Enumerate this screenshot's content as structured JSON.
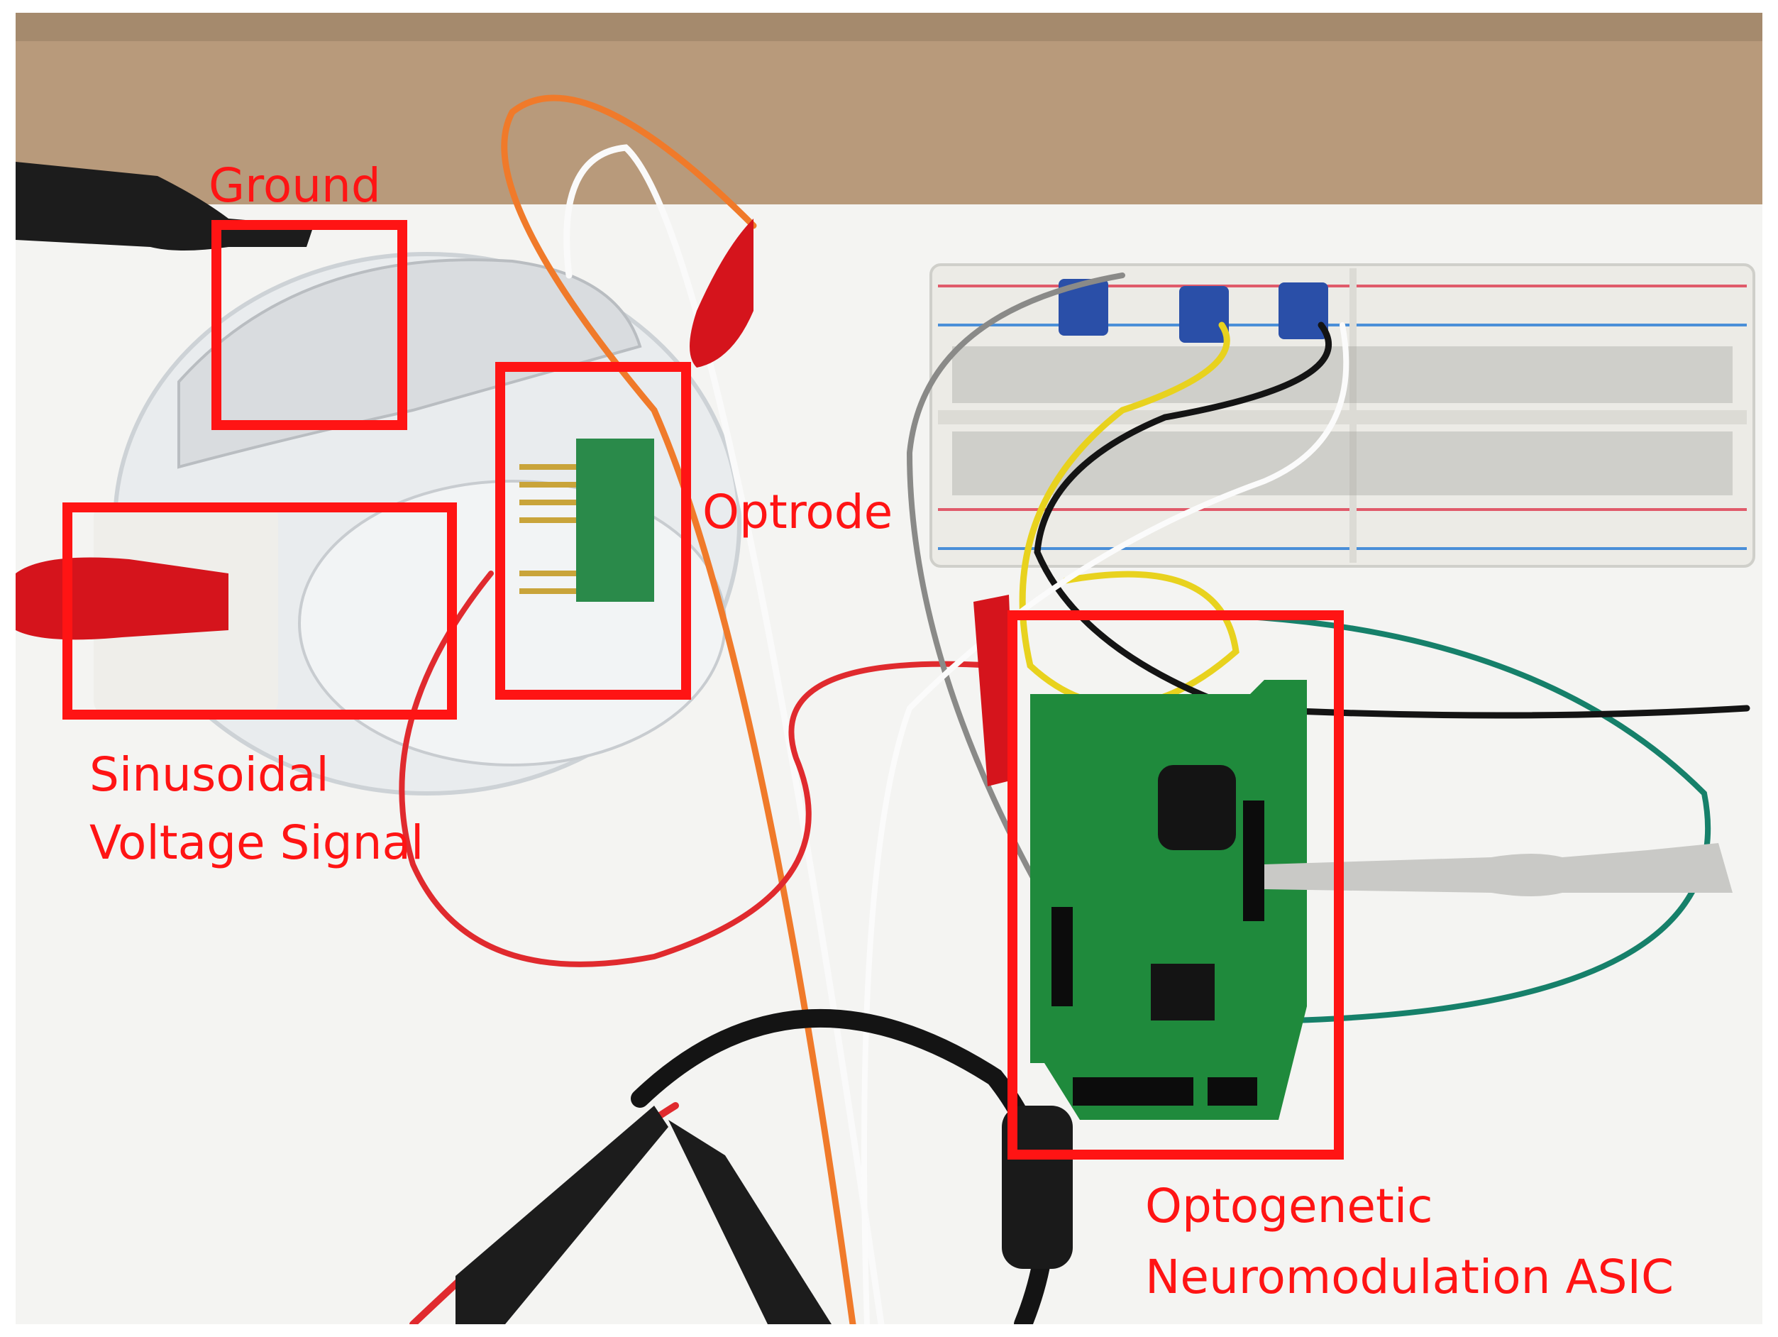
{
  "image": {
    "description_type": "photograph",
    "colors": {
      "annotation": "#ff1414",
      "cardboard": "#b89a7b",
      "table": "#f4f4f2",
      "pcb": "#1f8a3c",
      "breadboard": "#ecebe6",
      "potentiometer": "#2a4fa8",
      "clip_red": "#d5141c",
      "clip_black": "#1c1c1c",
      "wire_orange": "#f07a2a",
      "wire_green": "#16806a",
      "wire_yellow": "#e8d21e",
      "probe_gray": "#c9c9c6"
    }
  },
  "annotations": {
    "ground": "Ground",
    "optrode": "Optrode",
    "sinusoidal_line1": "Sinusoidal",
    "sinusoidal_line2": "Voltage Signal",
    "asic_line1": "Optogenetic",
    "asic_line2": "Neuromodulation ASIC"
  }
}
